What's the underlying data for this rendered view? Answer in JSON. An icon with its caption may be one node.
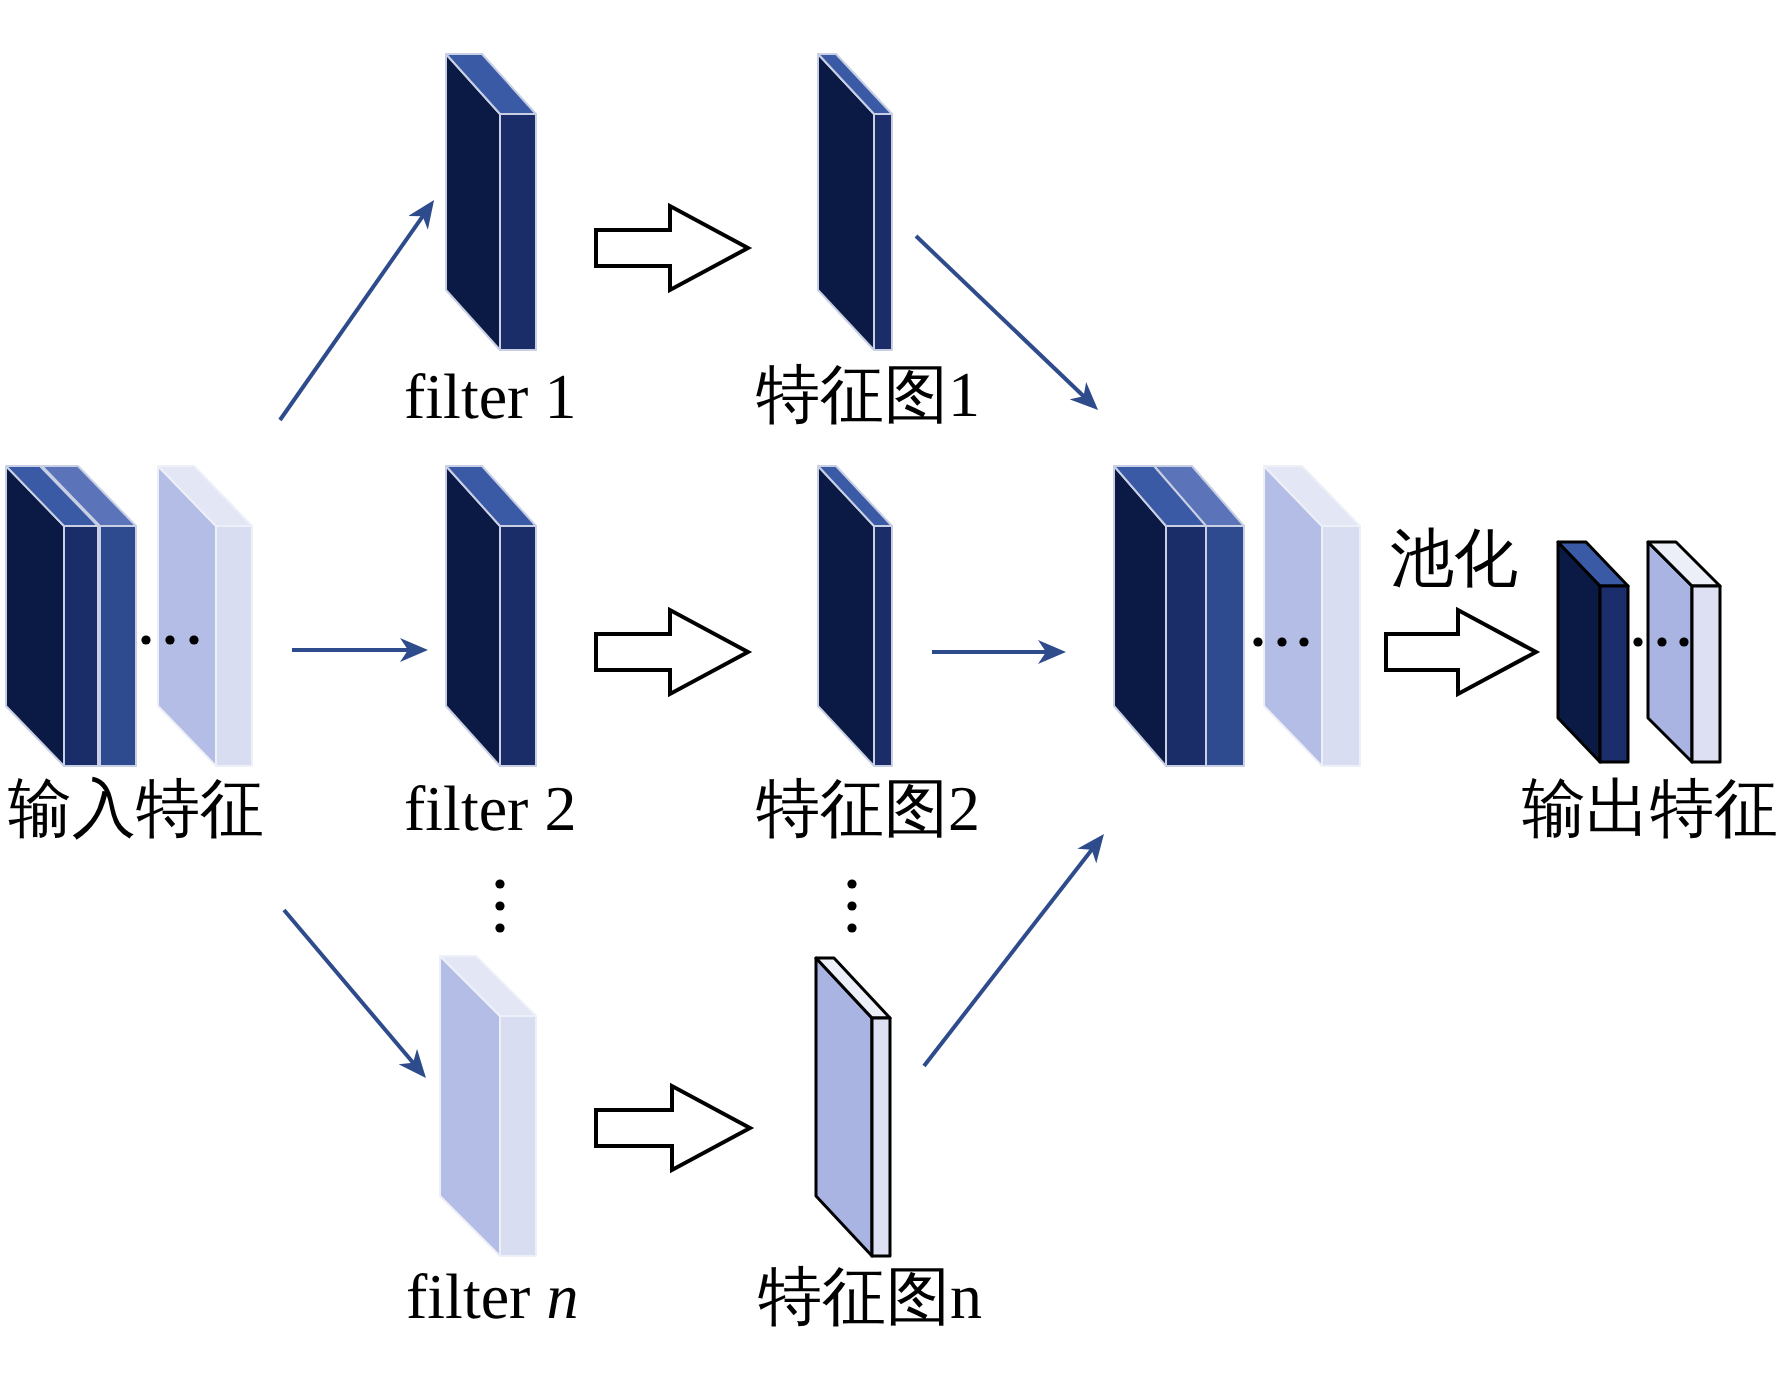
{
  "diagram": {
    "nodes": [
      {
        "text": [
          "输入特征"
        ]
      },
      {
        "text": [
          "filter 1"
        ]
      },
      {
        "text": [
          "filter 2"
        ]
      },
      {
        "text": [
          "filter *n*"
        ]
      },
      {
        "text": [
          "特征图1"
        ]
      },
      {
        "text": [
          "特征图2"
        ]
      },
      {
        "text": [
          "特征图n"
        ]
      },
      {
        "text": [],
        "shape": "box"
      },
      {
        "text": [
          "输出特征"
        ]
      }
    ],
    "edges": [
      {
        "from": 0,
        "to": 1,
        "arrow": "to"
      },
      {
        "from": 0,
        "to": 2,
        "arrow": "to"
      },
      {
        "from": 0,
        "to": 3,
        "arrow": "to"
      },
      {
        "from": 1,
        "to": 4,
        "arrow": "to",
        "style": "thick",
        "color": "#000000"
      },
      {
        "from": 2,
        "to": 5,
        "arrow": "to",
        "style": "thick",
        "color": "#000000"
      },
      {
        "from": 3,
        "to": 6,
        "arrow": "to",
        "style": "thick",
        "color": "#000000"
      },
      {
        "from": 4,
        "to": 7,
        "arrow": "to"
      },
      {
        "from": 5,
        "to": 7,
        "arrow": "to"
      },
      {
        "from": 6,
        "to": 7,
        "arrow": "to"
      },
      {
        "from": 7,
        "to": 8,
        "arrow": "to",
        "label": "池化",
        "style": "thick",
        "color": "#000000"
      }
    ]
  }
}
